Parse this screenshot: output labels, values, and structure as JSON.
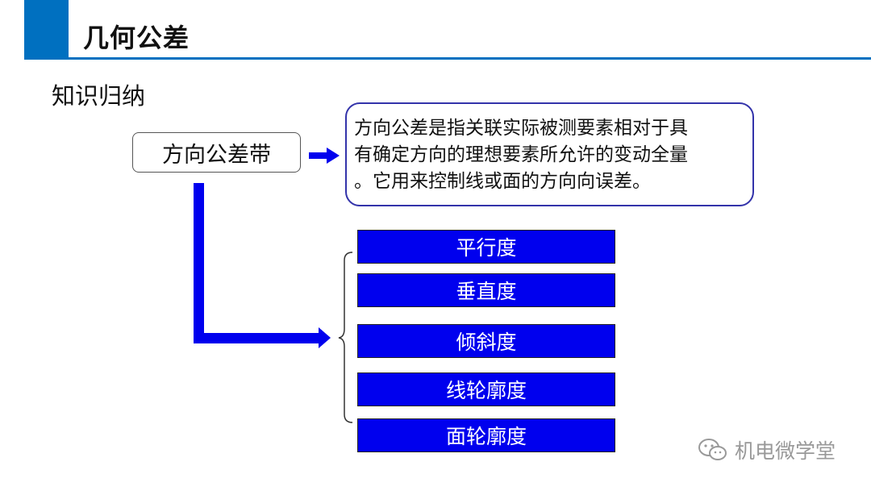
{
  "header": {
    "title": "几何公差",
    "accent_color": "#0070c0"
  },
  "section": {
    "label": "知识归纳"
  },
  "diagram": {
    "main_node": "方向公差带",
    "definition_lines": [
      "方向公差是指关联实际被测要素相对于具",
      "有确定方向的理想要素所允许的变动全量",
      "。它用来控制线或面的方向向误差。"
    ],
    "items": [
      "平行度",
      "垂直度",
      "倾斜度",
      "线轮廓度",
      "面轮廓度"
    ],
    "item_color": "#0000ee",
    "connector_color": "#0000ee"
  },
  "watermark": {
    "icon": "wechat-icon",
    "text": "机电微学堂"
  }
}
